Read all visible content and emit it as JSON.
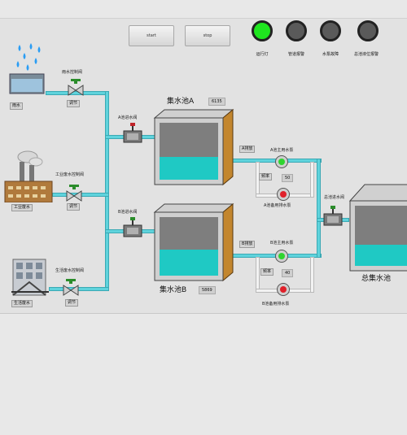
{
  "buttons": {
    "start": "start",
    "stop": "stop"
  },
  "lamps": [
    {
      "label": "运行灯",
      "color": "#1fe61f"
    },
    {
      "label": "管道报警",
      "color": "#5a5a5a"
    },
    {
      "label": "水泵故障",
      "color": "#5a5a5a"
    },
    {
      "label": "总池液位报警",
      "color": "#5a5a5a"
    }
  ],
  "sources": {
    "rain": {
      "name": "雨水",
      "valve_label": "雨水控制阀",
      "valve_tag": "调节"
    },
    "industrial": {
      "name": "工业废水",
      "valve_label": "工业废水控制阀",
      "valve_tag": "调节"
    },
    "domestic": {
      "name": "生活废水",
      "valve_label": "生活废水控制阀",
      "valve_tag": "调节"
    }
  },
  "valves": {
    "a_in": "A池进水阀",
    "b_in": "B池进水阀",
    "total_in": "总池进水阀"
  },
  "tank_a": {
    "name": "集水池A",
    "value": "6135",
    "level": 0.4
  },
  "tank_b": {
    "name": "集水池B",
    "value": "5869",
    "level": 0.45
  },
  "tank_total": {
    "name": "总集水池",
    "level": 0.35
  },
  "pumps": {
    "a_outlet_tag": "A排放",
    "a_main": "A池主用水泵",
    "a_freq_label": "频率",
    "a_freq": "50",
    "a_backup": "A池备用排水泵",
    "b_outlet_tag": "B排放",
    "b_main": "B池主用水泵",
    "b_freq_label": "频率",
    "b_freq": "40",
    "b_backup": "B池备用排水泵",
    "main_color": "#2fd52f",
    "backup_color": "#e0202a"
  }
}
